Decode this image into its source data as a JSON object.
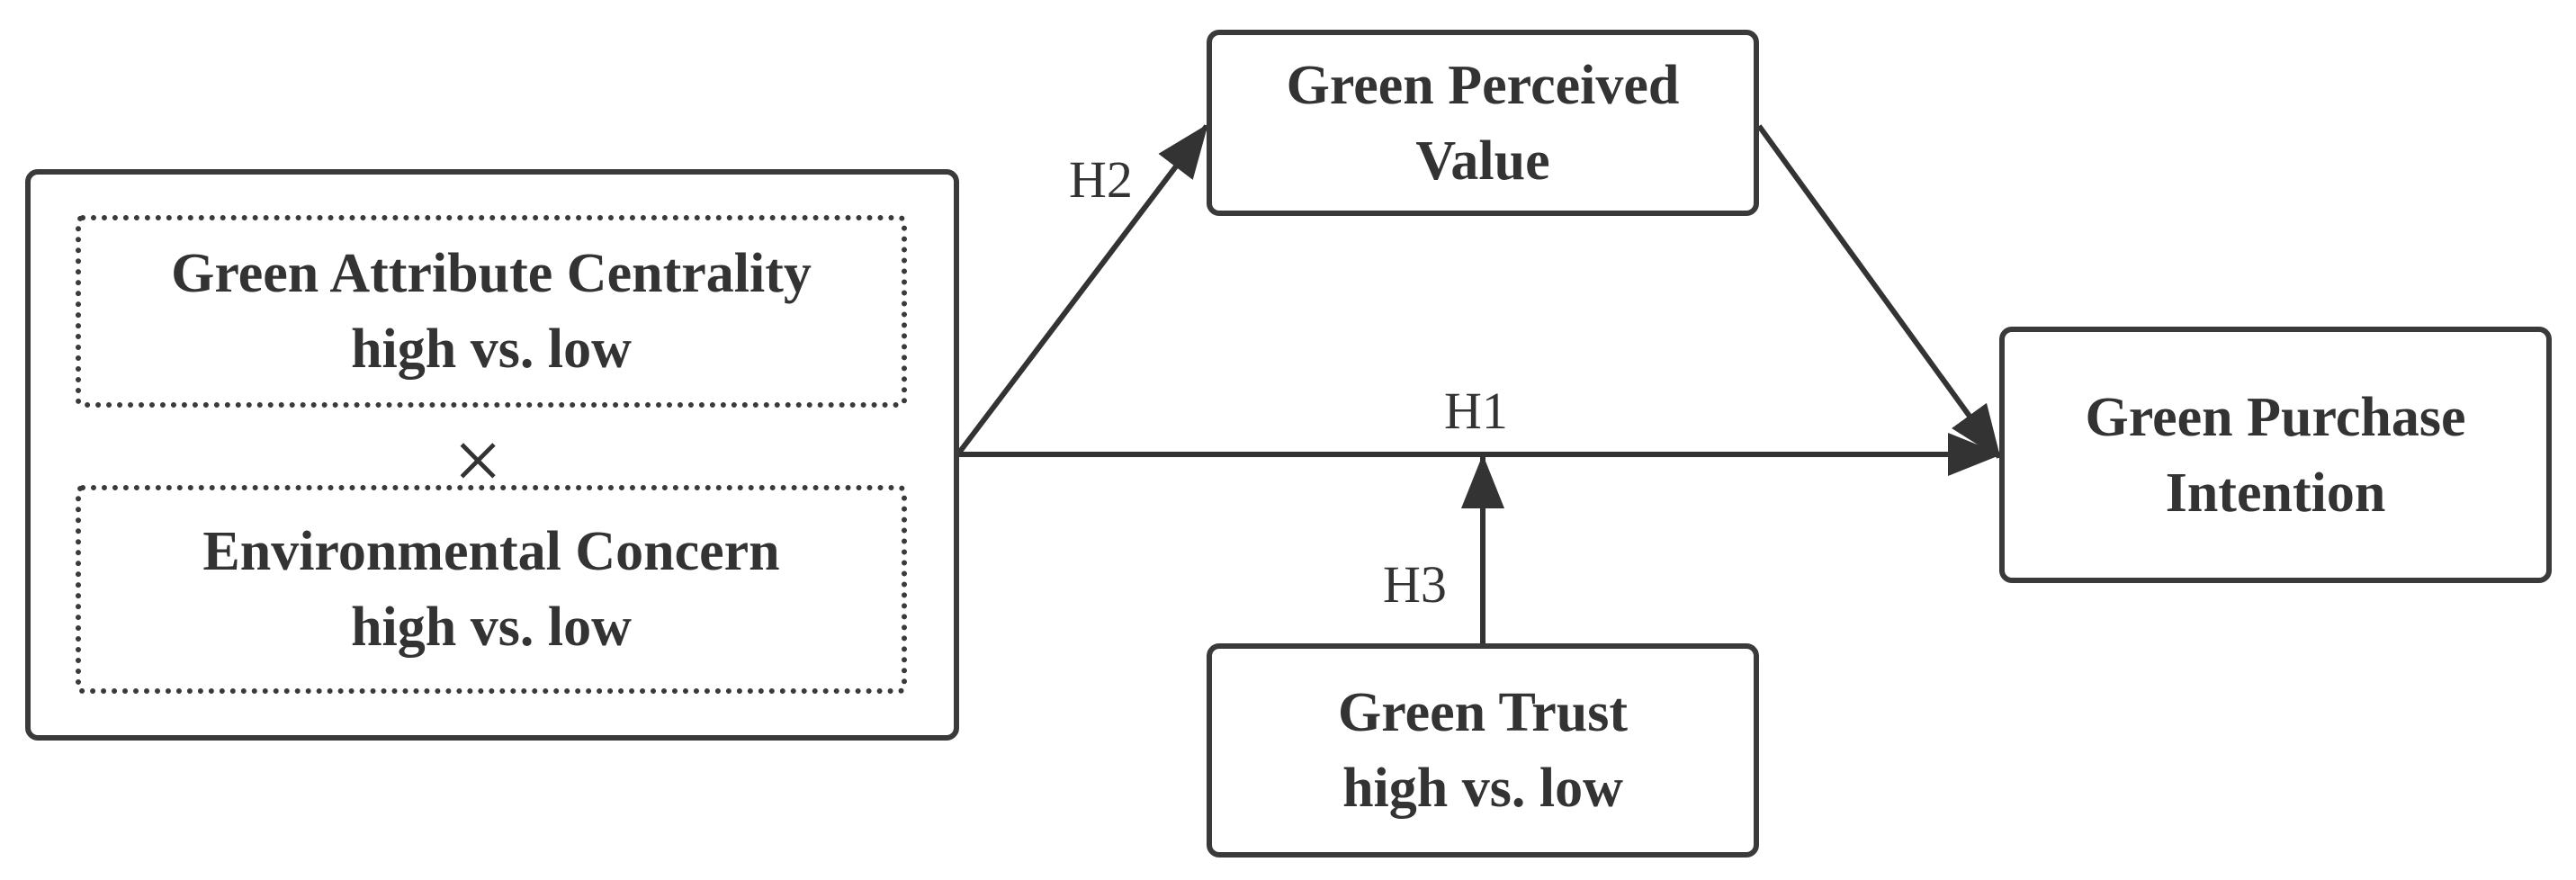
{
  "nodes": {
    "independent": {
      "factor_a": {
        "line1": "Green Attribute Centrality",
        "line2": "high vs. low"
      },
      "factor_b": {
        "line1": "Environmental Concern",
        "line2": "high vs. low"
      },
      "interaction_symbol": "×"
    },
    "mediator": {
      "line1": "Green Perceived",
      "line2": "Value"
    },
    "outcome": {
      "line1": "Green Purchase",
      "line2": "Intention"
    },
    "moderator": {
      "line1": "Green Trust",
      "line2": "high vs. low"
    }
  },
  "hypotheses": {
    "h1": "H1",
    "h2": "H2",
    "h3": "H3"
  },
  "colors": {
    "stroke": "#3a3a3a",
    "text": "#333333",
    "background": "#ffffff"
  }
}
